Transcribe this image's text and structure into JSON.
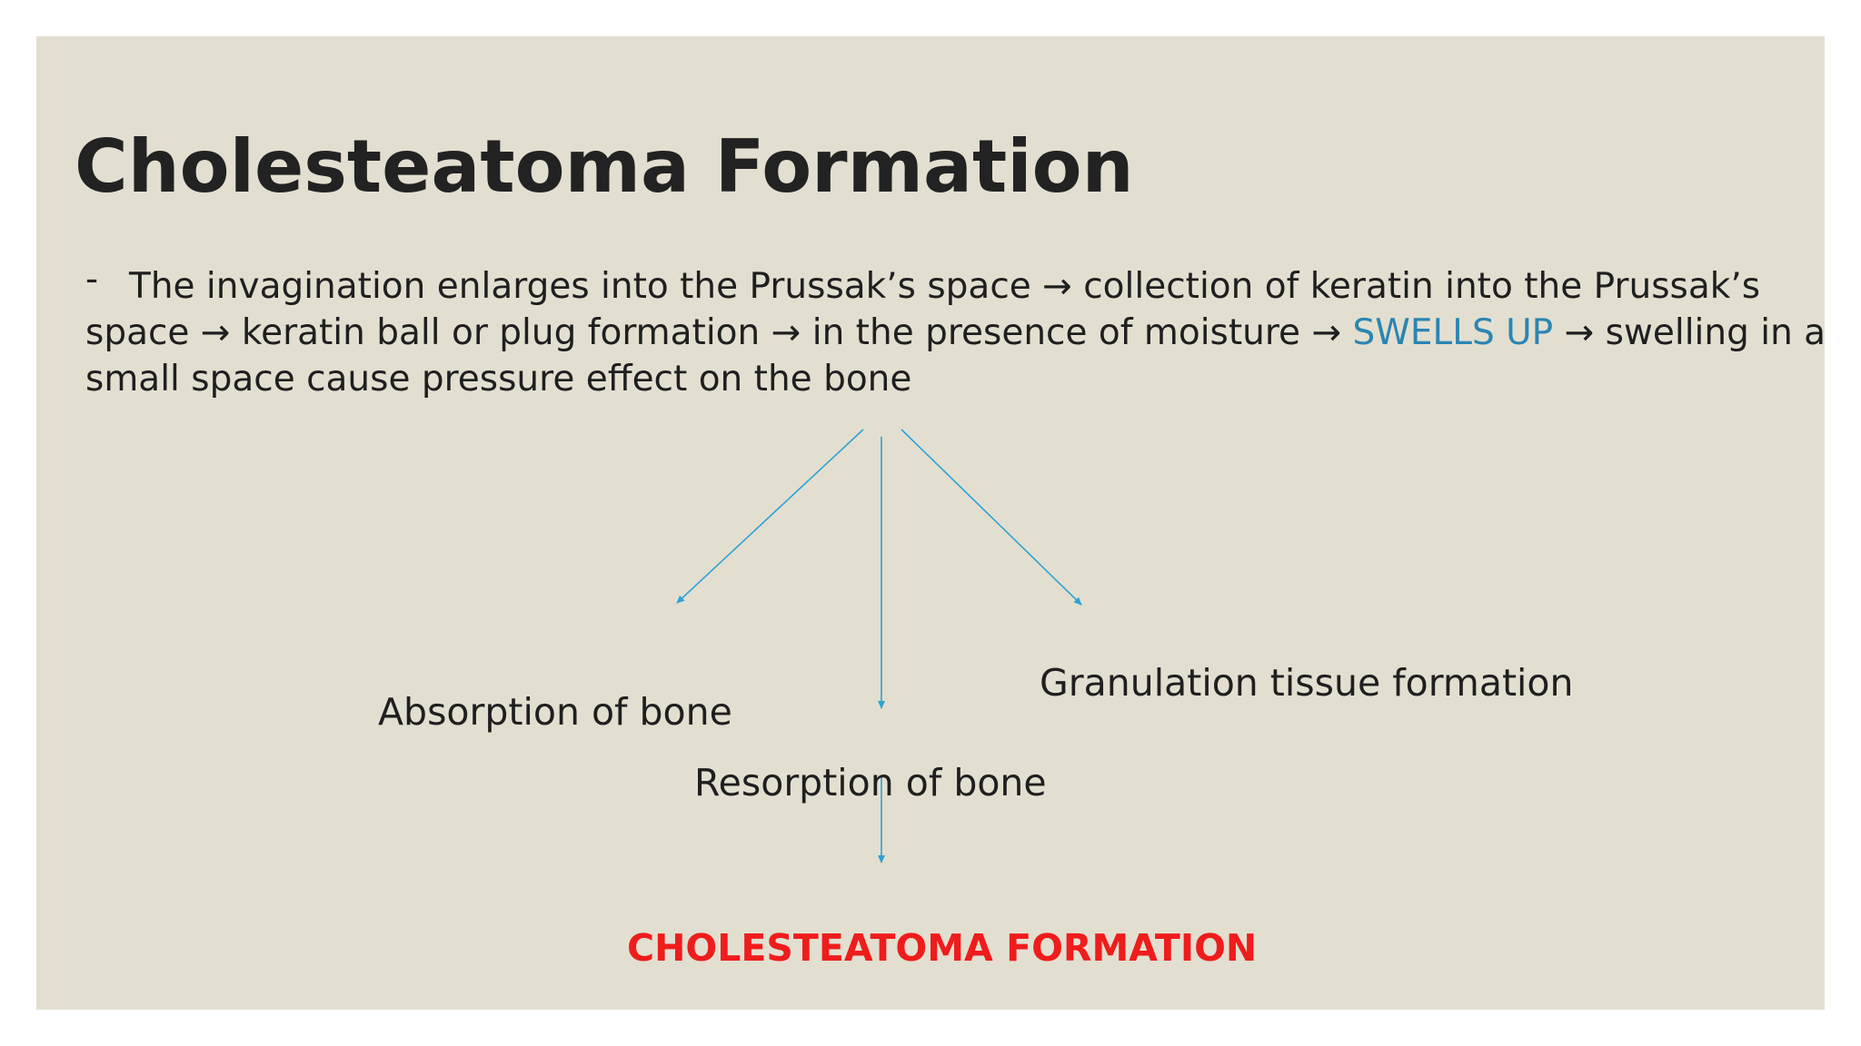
{
  "slide": {
    "title": "Cholesteatoma Formation",
    "bullet": {
      "marker": "-",
      "text_before": "The invagination enlarges into the Prussak’s space → collection of keratin into the Prussak’s space → keratin ball or plug formation → in the presence of moisture → ",
      "highlight": "SWELLS UP",
      "text_after": " → swelling in a small space cause pressure effect on the bone"
    },
    "colors": {
      "background": "#e3dfd0",
      "highlight": "#2a85b2",
      "arrow": "#2ea2d6",
      "final": "#ef1c1c"
    }
  },
  "diagram": {
    "nodes": {
      "absorption": "Absorption of bone",
      "granulation": "Granulation tissue formation",
      "resorption": "Resorption of bone",
      "final": "CHOLESTEATOMA FORMATION"
    }
  }
}
